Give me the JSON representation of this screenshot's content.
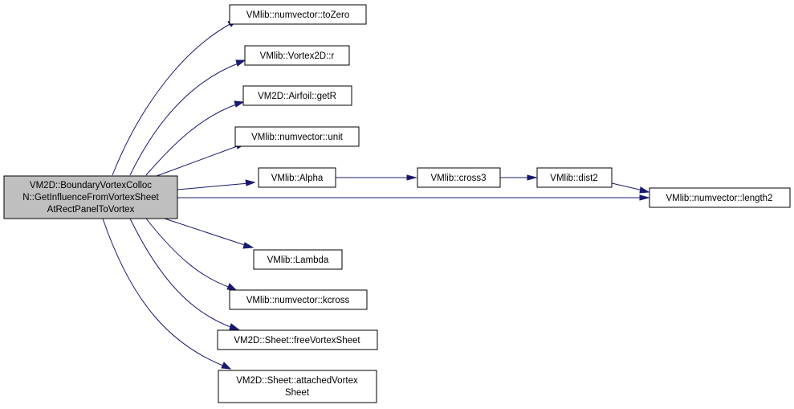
{
  "graph": {
    "root": {
      "lines": [
        "VM2D::BoundaryVortexColloc",
        "N::GetInfluenceFromVortexSheet",
        "AtRectPanelToVortex"
      ]
    },
    "nodes": {
      "toZero": "VMlib::numvector::toZero",
      "r": "VMlib::Vortex2D::r",
      "getR": "VM2D::Airfoil::getR",
      "unit": "VMlib::numvector::unit",
      "alpha": "VMlib::Alpha",
      "cross3": "VMlib::cross3",
      "dist2": "VMlib::dist2",
      "length2": "VMlib::numvector::length2",
      "lambda": "VMlib::Lambda",
      "kcross": "VMlib::numvector::kcross",
      "freeVortexSheet": "VM2D::Sheet::freeVortexSheet",
      "attachedVortexSheet_line1": "VM2D::Sheet::attachedVortex",
      "attachedVortexSheet_line2": "Sheet"
    },
    "colors": {
      "edge": "#191970",
      "root_fill": "#bfbfbf",
      "node_fill": "#ffffff",
      "border": "#000000"
    }
  }
}
